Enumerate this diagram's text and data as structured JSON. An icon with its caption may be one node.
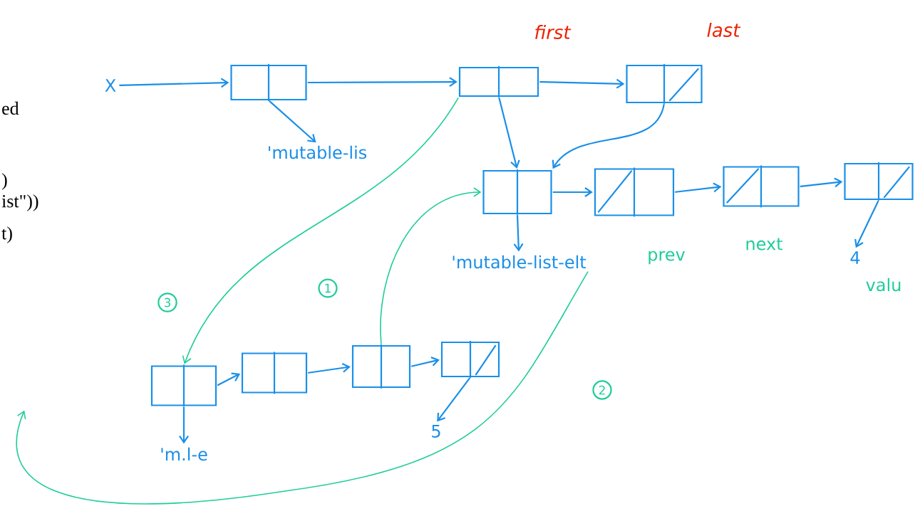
{
  "diagram": {
    "nodes": [
      {
        "text": [
          "X"
        ]
      },
      {
        "text": [],
        "shape": "box"
      },
      {
        "text": [
          "'mutable-lis"
        ]
      },
      {
        "text": [],
        "shape": "box",
        "beside": [
          "first"
        ]
      },
      {
        "text": [],
        "shape": "box",
        "beside": [
          "last"
        ]
      },
      {
        "text": [],
        "shape": "box"
      },
      {
        "text": [],
        "shape": "box"
      },
      {
        "text": [],
        "shape": "box"
      },
      {
        "text": [],
        "shape": "box"
      },
      {
        "text": [
          "'mutable-list-elt"
        ]
      },
      {
        "text": [
          "4"
        ]
      },
      {
        "text": [],
        "shape": "box"
      },
      {
        "text": [],
        "shape": "box"
      },
      {
        "text": [],
        "shape": "box"
      },
      {
        "text": [],
        "shape": "box"
      },
      {
        "text": [
          "'m.l-e"
        ]
      },
      {
        "text": [
          "5"
        ]
      },
      {
        "text": [
          "3"
        ]
      },
      {
        "text": [
          "1"
        ]
      },
      {
        "text": [
          "2"
        ]
      }
    ],
    "edges": [
      {
        "from": 0,
        "to": 1,
        "arrow": "to"
      },
      {
        "from": 1,
        "to": 3,
        "arrow": "to"
      },
      {
        "from": 1,
        "to": 2,
        "arrow": "to"
      },
      {
        "from": 3,
        "to": 4,
        "arrow": "to"
      },
      {
        "from": 3,
        "to": 5,
        "arrow": "to"
      },
      {
        "from": 4,
        "to": 5,
        "arrow": "to"
      },
      {
        "from": 5,
        "to": 6,
        "arrow": "to"
      },
      {
        "from": 6,
        "to": 7,
        "arrow": "to"
      },
      {
        "from": 7,
        "to": 8,
        "arrow": "to"
      },
      {
        "from": 5,
        "to": 9,
        "arrow": "to"
      },
      {
        "from": 8,
        "to": 10,
        "arrow": "to"
      },
      {
        "from": 11,
        "to": 12,
        "arrow": "to"
      },
      {
        "from": 12,
        "to": 13,
        "arrow": "to"
      },
      {
        "from": 13,
        "to": 14,
        "arrow": "to"
      },
      {
        "from": 11,
        "to": 15,
        "arrow": "to"
      },
      {
        "from": 14,
        "to": 16,
        "arrow": "to"
      },
      {
        "from": 3,
        "to": 11,
        "arrow": "to",
        "color": "#1fcc9a"
      },
      {
        "from": 13,
        "to": 5,
        "arrow": "to",
        "color": "#1fcc9a"
      },
      {
        "from": 9,
        "to": null,
        "arrow": "to",
        "color": "#1fcc9a"
      }
    ],
    "labels": [
      "ed",
      ")",
      "ist\"))",
      "t)",
      "prev",
      "next",
      "valu"
    ]
  }
}
